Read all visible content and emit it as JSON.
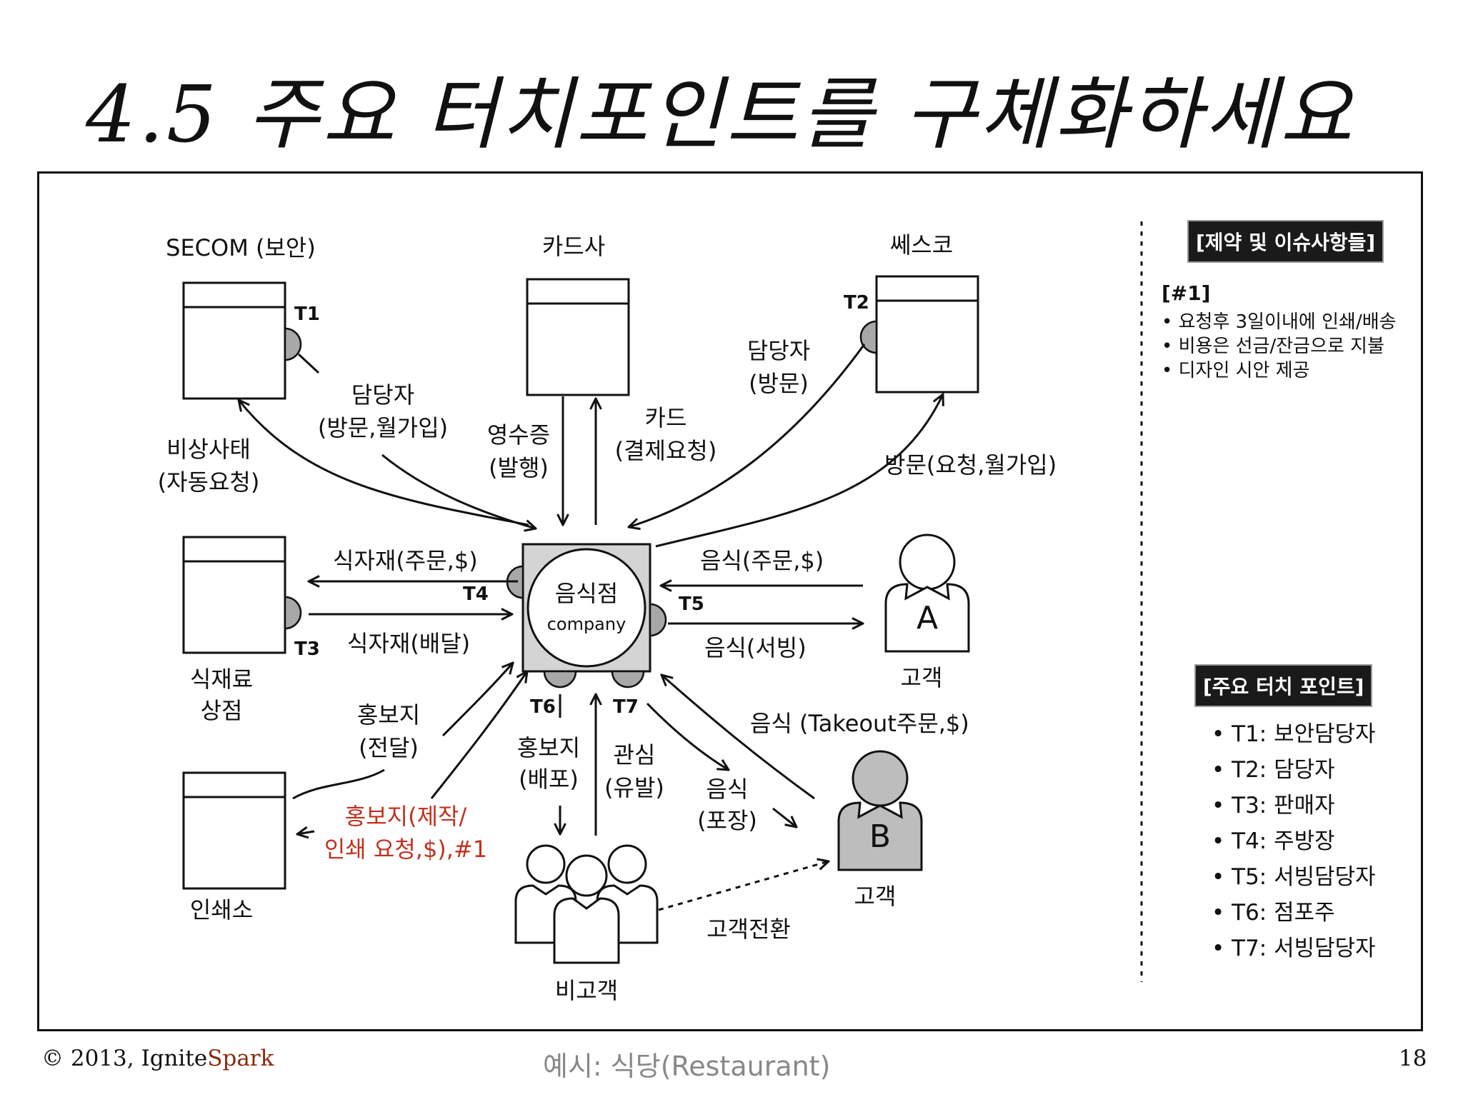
{
  "title": "4.5 주요 터치포인트를 구체화하세요",
  "nodes": {
    "secom": "SECOM (보안)",
    "card": "카드사",
    "cesco": "쎄스코",
    "ingredients": [
      "식재료",
      "상점"
    ],
    "printer": "인쇄소",
    "center_main": "음식점",
    "center_sub": "company",
    "customer_a_letter": "A",
    "customer_a_label": "고객",
    "customer_b_letter": "B",
    "customer_b_label": "고객",
    "noncustomer_label": "비고객"
  },
  "touch_tags": [
    "T1",
    "T2",
    "T3",
    "T4",
    "T5",
    "T6",
    "T7"
  ],
  "edges": {
    "secom_manager": [
      "담당자",
      "(방문,월가입)"
    ],
    "emergency": [
      "비상사태",
      "(자동요청)"
    ],
    "receipt": [
      "영수증",
      "(발행)"
    ],
    "card_pay": [
      "카드",
      "(결제요청)"
    ],
    "cesco_manager": [
      "담당자",
      "(방문)"
    ],
    "cesco_visit": "방문(요청,월가입)",
    "order_ingredients": "식자재(주문,$)",
    "deliver_ingredients": "식자재(배달)",
    "food_order": "음식(주문,$)",
    "food_serving": "음식(서빙)",
    "takeout_order": "음식 (Takeout주문,$)",
    "flyer_deliver": [
      "홍보지",
      "(전달)"
    ],
    "flyer_request": [
      "홍보지(제작/",
      "인쇄 요청,$),#1"
    ],
    "flyer_distribute": [
      "홍보지",
      "(배포)"
    ],
    "interest": [
      "관심",
      "(유발)"
    ],
    "food_pack": [
      "음식",
      "(포장)"
    ],
    "conversion": "고객전환"
  },
  "constraints": {
    "header": "[제약 및 이슈사항들]",
    "id": "[#1]",
    "items": [
      "요청후 3일이내에 인쇄/배송",
      "비용은 선금/잔금으로 지불",
      "디자인 시안 제공"
    ]
  },
  "touchpoints": {
    "header": "[주요 터치 포인트]",
    "items": [
      "T1: 보안담당자",
      "T2: 담당자",
      "T3: 판매자",
      "T4: 주방장",
      "T5: 서빙담당자",
      "T6: 점포주",
      "T7: 서빙담당자"
    ]
  },
  "footer": {
    "copyright": "© 2013, Ignite",
    "brand": "Spark",
    "caption": "예시: 식당(Restaurant)",
    "page": "18"
  },
  "colors": {
    "flyer_request_text": "#c0321e",
    "touch_dot": "#a8a8a8",
    "center_fill": "#d4d4d4",
    "customer_b_fill": "#bdbdbd"
  }
}
